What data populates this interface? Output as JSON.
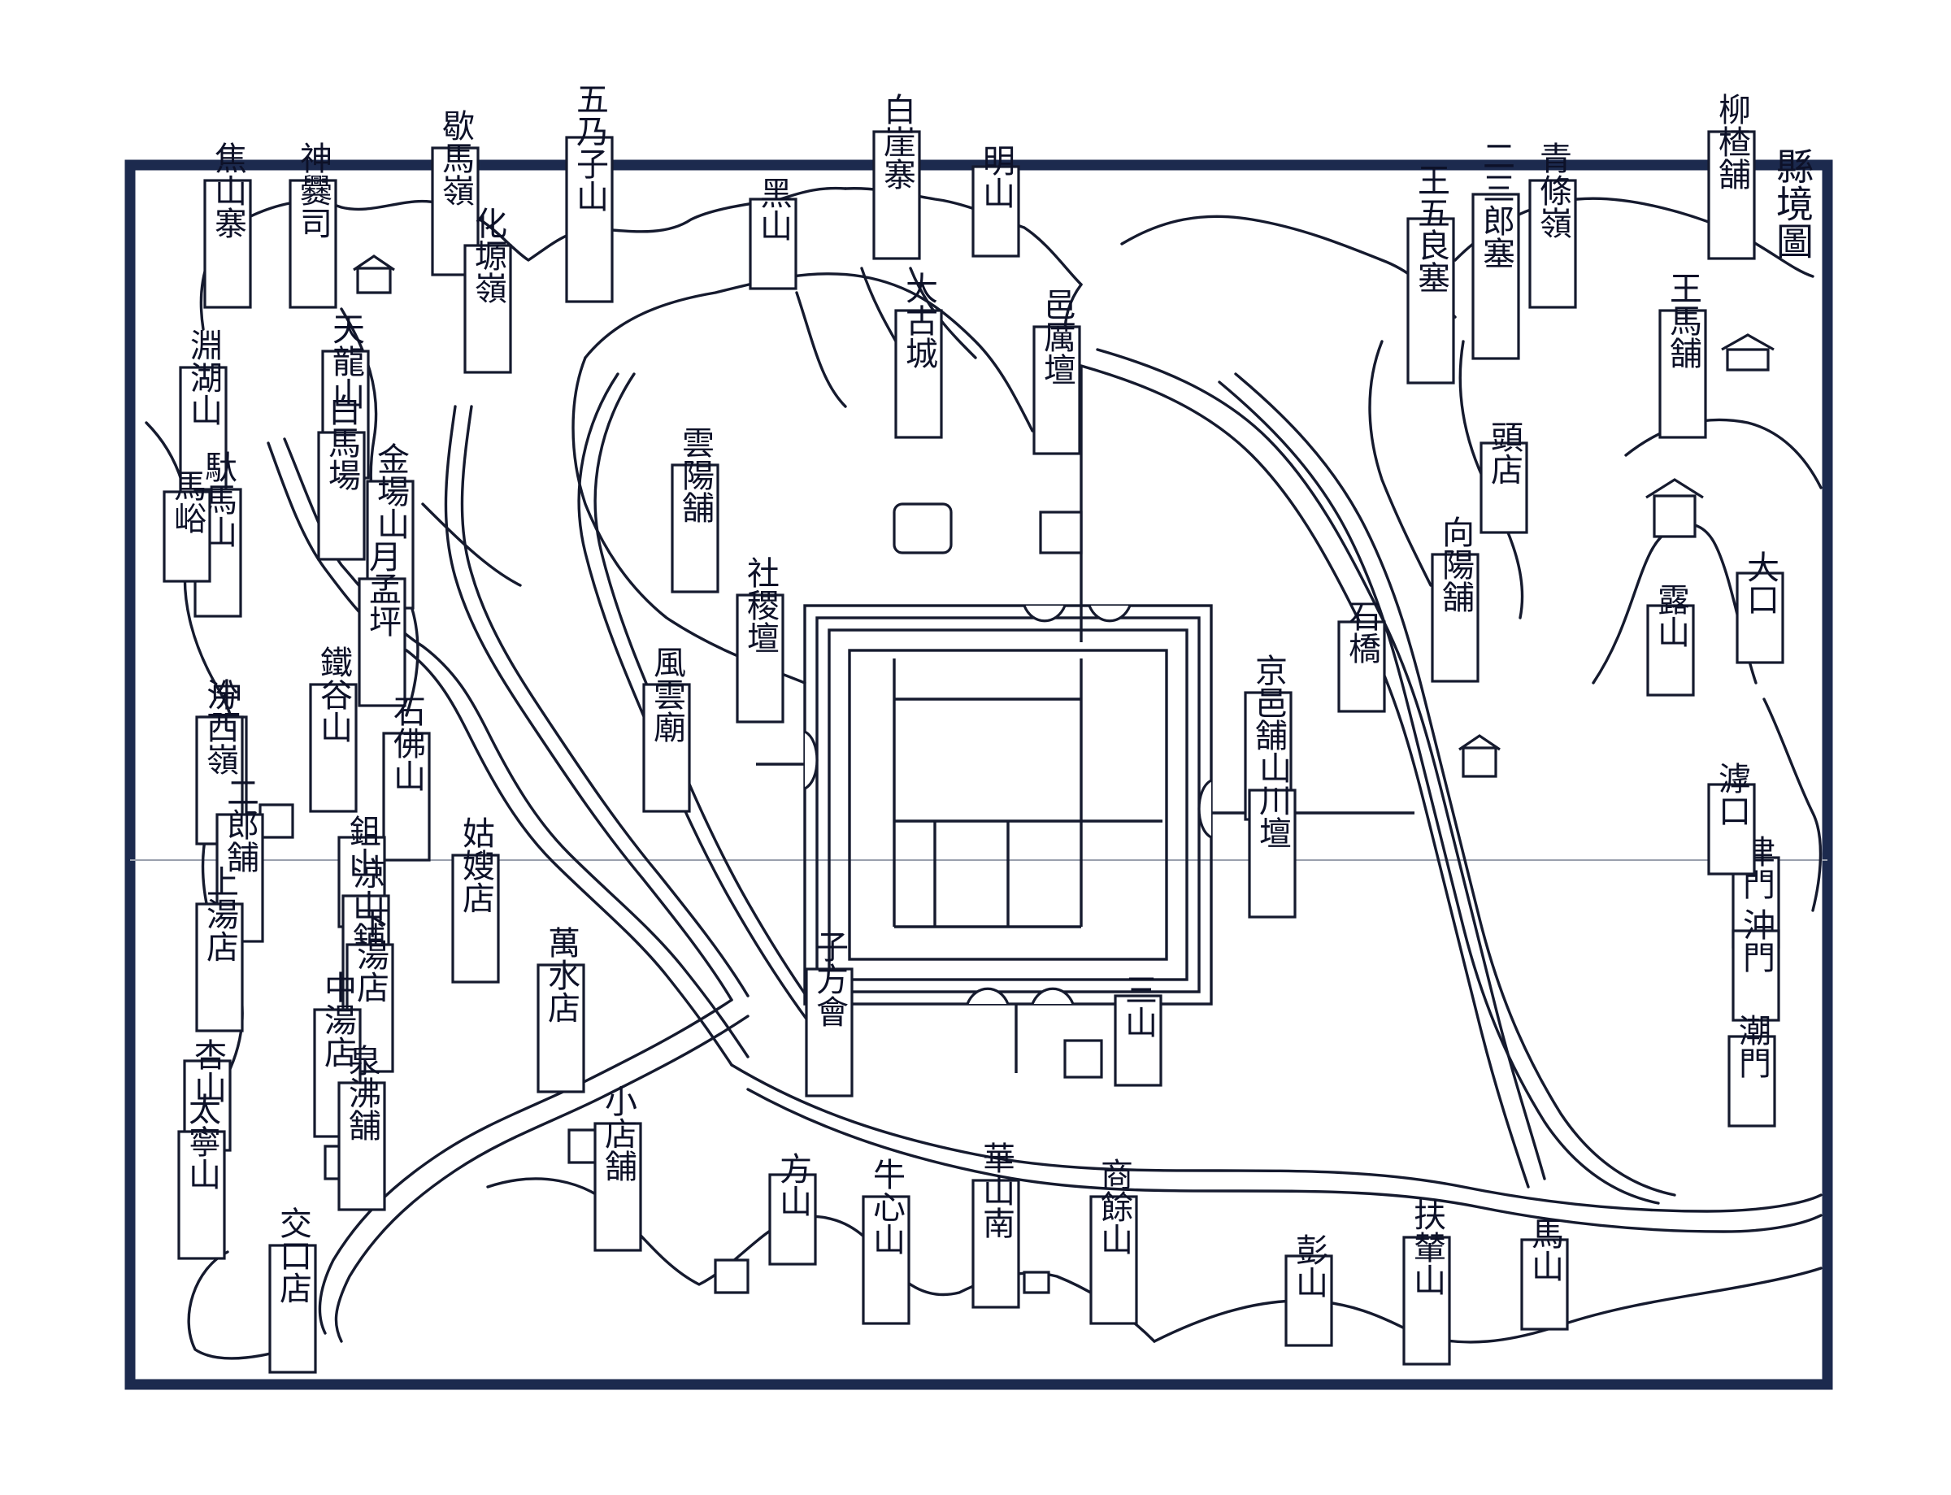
{
  "map": {
    "title": "縣境圖",
    "labels": [
      {
        "id": "liujia-pu",
        "text": "柳楂舗"
      },
      {
        "id": "qingtiao-ling",
        "text": "青條嶺"
      },
      {
        "id": "ershier-zhai",
        "text": "二三郎塞"
      },
      {
        "id": "wuliang-zhai",
        "text": "王五良塞"
      },
      {
        "id": "wangma-pu",
        "text": "王馬舗"
      },
      {
        "id": "zhuotou",
        "text": "頭店"
      },
      {
        "id": "xiangyang-pu",
        "text": "向陽舗"
      },
      {
        "id": "lu-shan",
        "text": "露山"
      },
      {
        "id": "shi-qiao",
        "text": "石橋"
      },
      {
        "id": "ming-shan",
        "text": "明山"
      },
      {
        "id": "baiya-zhai",
        "text": "白崖寨"
      },
      {
        "id": "hei-shan",
        "text": "黑山"
      },
      {
        "id": "wunaizi-shan",
        "text": "五乃子山"
      },
      {
        "id": "xiema-ling",
        "text": "歇馬嶺"
      },
      {
        "id": "shenmaogou",
        "text": "神爨司"
      },
      {
        "id": "jiao-shan",
        "text": "焦山寨"
      },
      {
        "id": "dagu-cheng",
        "text": "大古城"
      },
      {
        "id": "yili-tai",
        "text": "邑厲壇"
      },
      {
        "id": "yunmen-pu",
        "text": "雲陽舗"
      },
      {
        "id": "shejitan",
        "text": "社稷壇"
      },
      {
        "id": "fengfu-miao",
        "text": "風雲廟"
      },
      {
        "id": "jingyi-pu",
        "text": "京邑舗"
      },
      {
        "id": "shanchuan-tan",
        "text": "山川壇"
      },
      {
        "id": "wanshui-dian",
        "text": "萬水店"
      },
      {
        "id": "zifang-hui",
        "text": "子方會"
      },
      {
        "id": "san-shan",
        "text": "三山"
      },
      {
        "id": "fang-shan",
        "text": "方山"
      },
      {
        "id": "niuxin-shan",
        "text": "牛心山"
      },
      {
        "id": "huashan-nan",
        "text": "華山南"
      },
      {
        "id": "shangyu-shan",
        "text": "商餘山"
      },
      {
        "id": "peng-shan",
        "text": "彭山"
      },
      {
        "id": "fuqian-shan",
        "text": "扶輦山"
      },
      {
        "id": "ma-shan",
        "text": "馬山"
      },
      {
        "id": "jinmen",
        "text": "津門"
      },
      {
        "id": "chongmen",
        "text": "沖門"
      },
      {
        "id": "zhaomen",
        "text": "潮門"
      },
      {
        "id": "dakou",
        "text": "大口"
      },
      {
        "id": "hukou",
        "text": "滹口"
      },
      {
        "id": "zhongyang-shan",
        "text": "中陽山"
      },
      {
        "id": "huayuan-ling",
        "text": "化塬嶺"
      },
      {
        "id": "tianlong-shan",
        "text": "天龍山"
      },
      {
        "id": "yuanhu-shan",
        "text": "淵湖山"
      },
      {
        "id": "tuoma-shan",
        "text": "馱馬山"
      },
      {
        "id": "ma-yu",
        "text": "馬峪"
      },
      {
        "id": "jinchang",
        "text": "金場山"
      },
      {
        "id": "baima-chang",
        "text": "白馬場"
      },
      {
        "id": "yuemeng-tan",
        "text": "月孟坪"
      },
      {
        "id": "fenxi-ling",
        "text": "汾西嶺"
      },
      {
        "id": "tiegou",
        "text": "鐵谷山"
      },
      {
        "id": "shifo-shan",
        "text": "石佛山"
      },
      {
        "id": "erlang-pu",
        "text": "二郎舗"
      },
      {
        "id": "yuanfeng",
        "text": "鉏山"
      },
      {
        "id": "ruoyu-dian",
        "text": "姑嫂店"
      },
      {
        "id": "shangtang-dian",
        "text": "上湯店"
      },
      {
        "id": "liangshan-pu",
        "text": "涼山舗"
      },
      {
        "id": "xiatang-dian",
        "text": "下湯店"
      },
      {
        "id": "zhongtang-dian",
        "text": "中湯店"
      },
      {
        "id": "yinshui-pu",
        "text": "泉沸舗"
      },
      {
        "id": "gaoda-shan",
        "text": "杏山"
      },
      {
        "id": "taiyu-shan",
        "text": "太寧山"
      },
      {
        "id": "liukou-dian",
        "text": "交口店"
      },
      {
        "id": "xiaodong-pu",
        "text": "小店舗"
      }
    ]
  }
}
